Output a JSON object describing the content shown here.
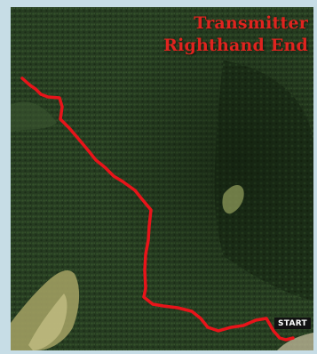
{
  "map": {
    "title_line1": "Transmitter",
    "title_line2": "Righthand End",
    "start_label": "START",
    "route_color": "#e8141a",
    "forest_color": "#24381f",
    "clearing_color": "#a9a66a",
    "frame_color": "#c7dde6"
  }
}
